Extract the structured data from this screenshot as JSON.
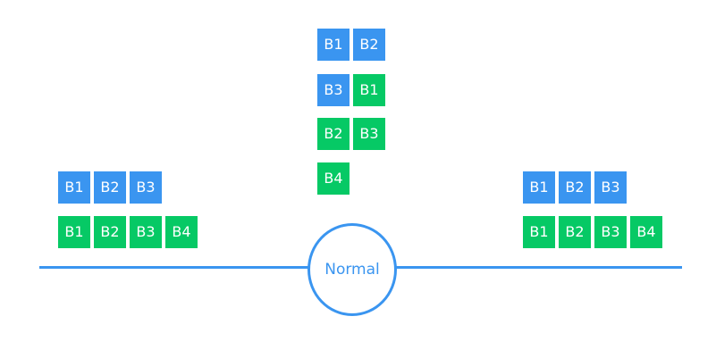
{
  "colors": {
    "blue": "#3a95f0",
    "green": "#06c965",
    "accent": "#3a95f0"
  },
  "center_label": "Normal",
  "left_group": {
    "row1": [
      "B1",
      "B2",
      "B3"
    ],
    "row2": [
      "B1",
      "B2",
      "B3",
      "B4"
    ]
  },
  "center_group": {
    "row1": [
      "B1",
      "B2"
    ],
    "row2": [
      "B3",
      "B1"
    ],
    "row3": [
      "B2",
      "B3"
    ],
    "row4": [
      "B4"
    ]
  },
  "right_group": {
    "row1": [
      "B1",
      "B2",
      "B3"
    ],
    "row2": [
      "B1",
      "B2",
      "B3",
      "B4"
    ]
  }
}
